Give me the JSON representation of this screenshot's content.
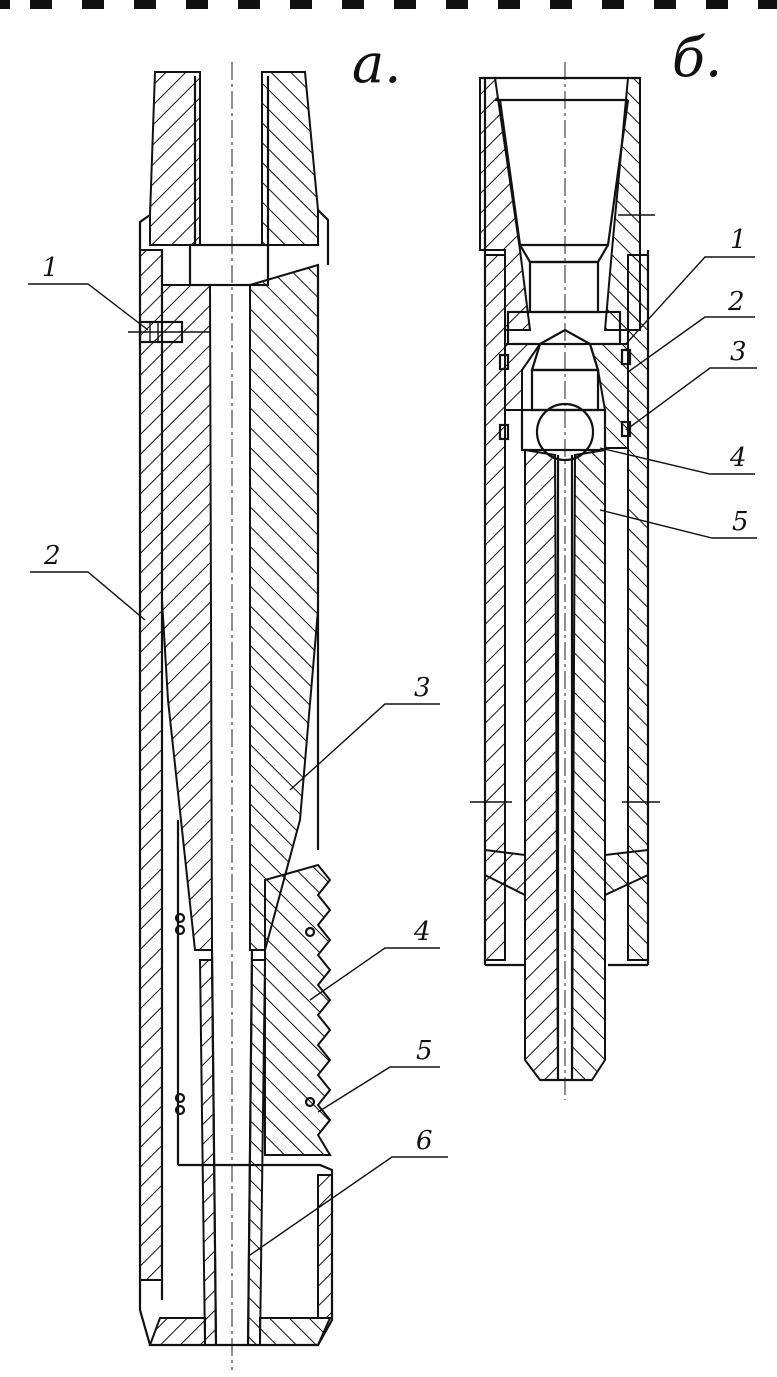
{
  "figure_a": {
    "title": "а.",
    "callouts": [
      "1",
      "2",
      "3",
      "4",
      "5",
      "6"
    ]
  },
  "figure_b": {
    "title": "б.",
    "callouts": [
      "1",
      "2",
      "3",
      "4",
      "5"
    ]
  }
}
